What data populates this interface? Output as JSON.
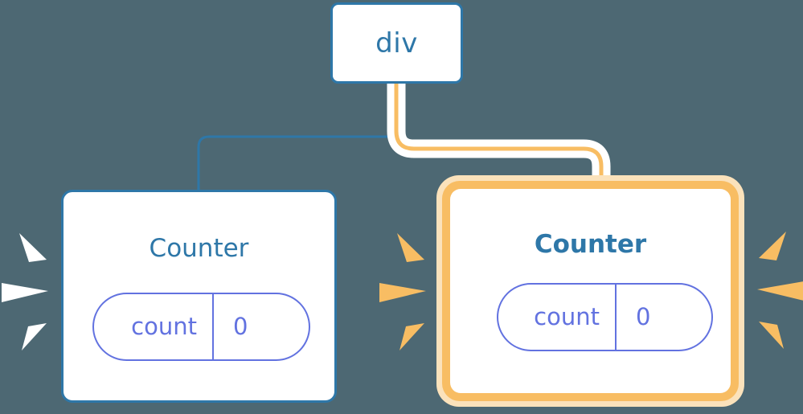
{
  "diagram": {
    "title": "component-tree-rerender",
    "background_color": "#4d6873"
  },
  "colors": {
    "background": "#4d6873",
    "blue_border": "#2e77a8",
    "blue_text": "#2e77a8",
    "pill_purple": "#6272e0",
    "highlight_orange": "#f8bd63",
    "highlight_glow": "#fbe2bb",
    "card_white": "#ffffff",
    "sparkle_white": "#ffffff",
    "sparkle_orange": "#f8bd63"
  },
  "nodes": {
    "root": {
      "label": "div",
      "highlighted": false
    },
    "left": {
      "label": "Counter",
      "highlighted": false,
      "state": {
        "key": "count",
        "value": "0"
      }
    },
    "right": {
      "label": "Counter",
      "highlighted": true,
      "state": {
        "key": "count",
        "value": "0"
      }
    }
  },
  "edges": [
    {
      "name": "div-to-left-counter",
      "from": "div",
      "to": "left Counter",
      "color": "#2e77a8",
      "highlighted": false
    },
    {
      "name": "div-to-right-counter",
      "from": "div",
      "to": "right Counter",
      "color": "#f8bd63",
      "highlighted": true
    }
  ],
  "bursts": [
    {
      "name": "burst-left-of-left-counter",
      "color": "#ffffff",
      "direction": "right",
      "rays": 3
    },
    {
      "name": "burst-right-of-left-counter",
      "color": "#f8bd63",
      "direction": "right",
      "rays": 3
    },
    {
      "name": "burst-right-of-right-counter",
      "color": "#f8bd63",
      "direction": "left",
      "rays": 3
    }
  ]
}
